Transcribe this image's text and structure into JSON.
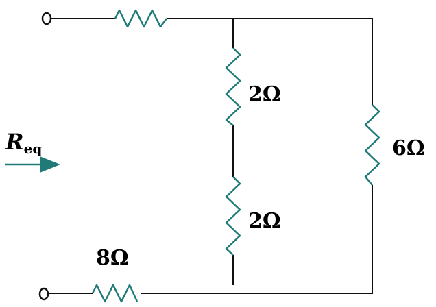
{
  "labels": {
    "r_middle_top": "2Ω",
    "r_middle_bottom": "2Ω",
    "r_right": "6Ω",
    "r_bottom": "8Ω",
    "req_main": "R",
    "req_sub": "eq"
  },
  "colors": {
    "resistor": "#1f7a78",
    "wire": "#111111"
  }
}
